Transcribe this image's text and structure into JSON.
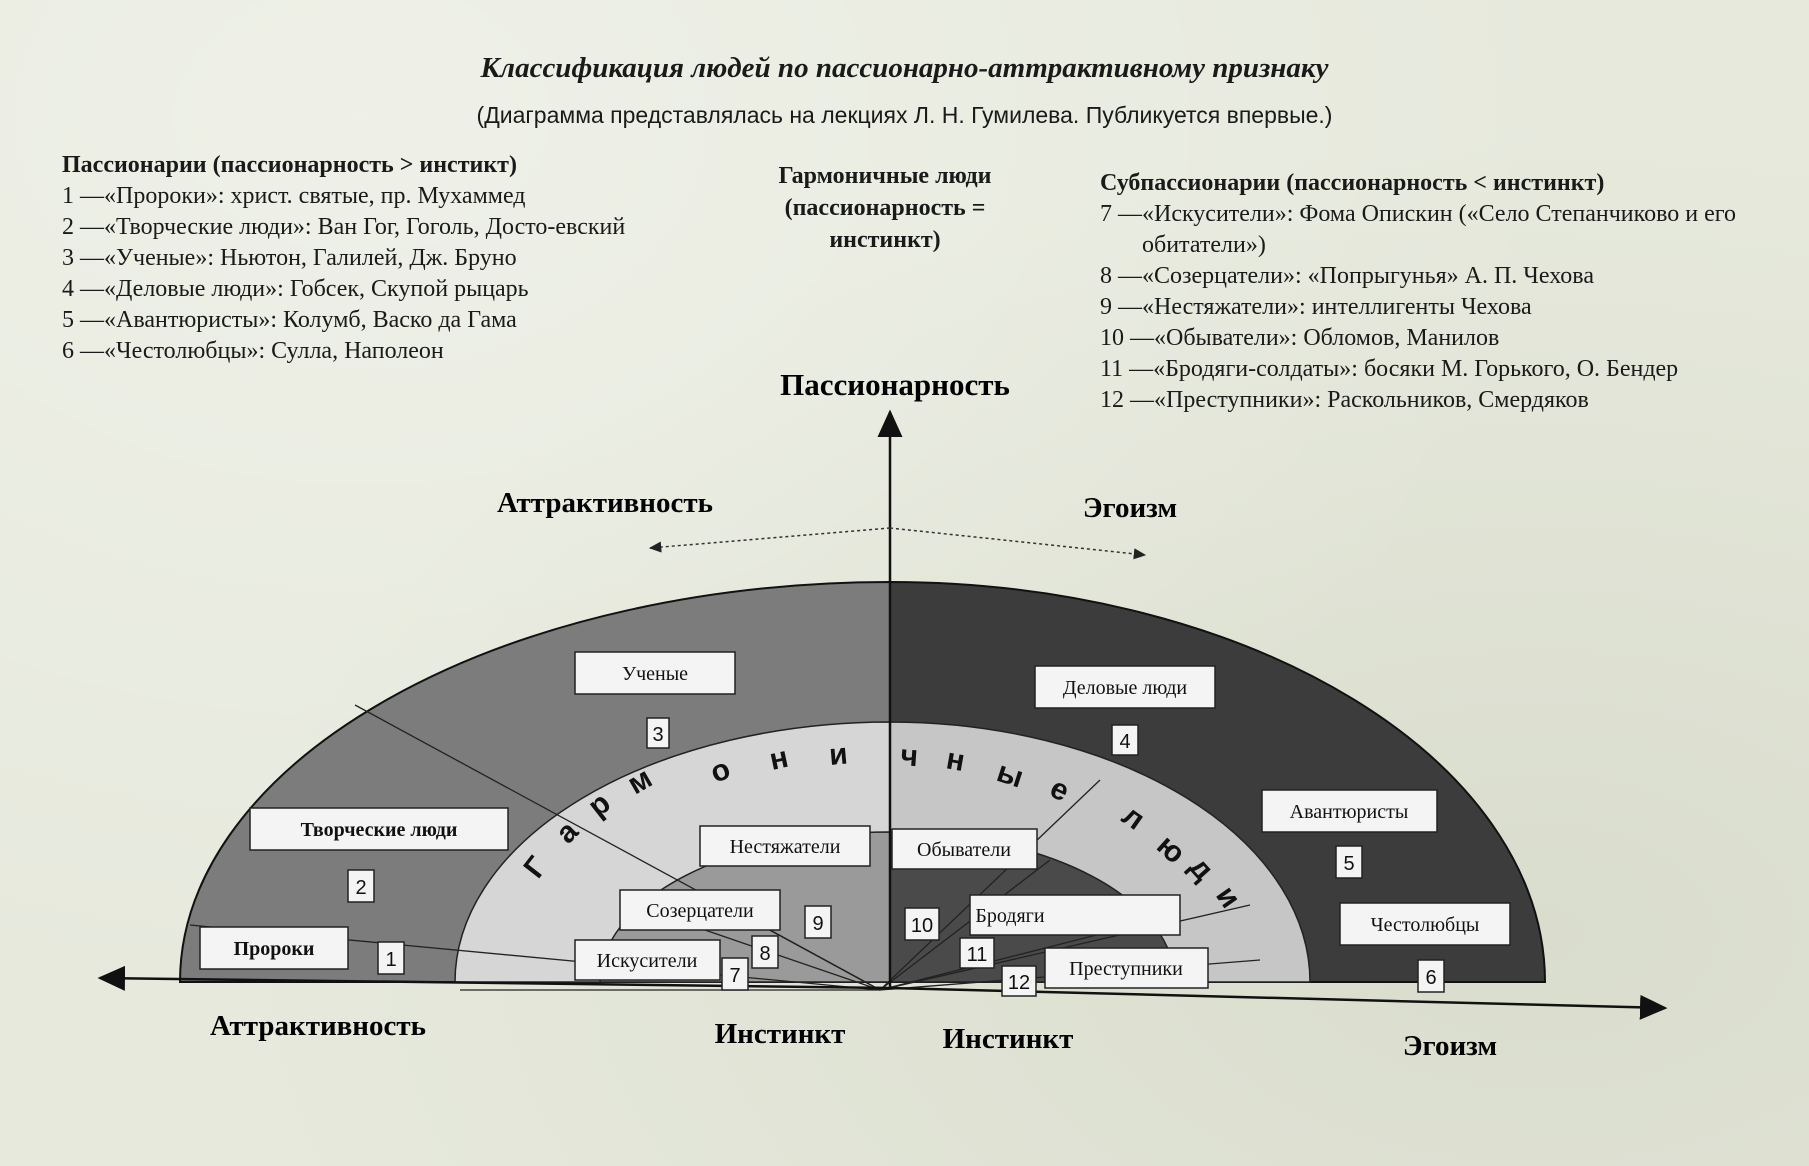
{
  "title": "Классификация людей по пассионарно-аттрактивному признаку",
  "subtitle": "(Диаграмма представлялась на лекциях Л. Н. Гумилева. Публикуется впервые.)",
  "left_column": {
    "heading": "Пассионарии (пассионарность > инстикт)",
    "items": [
      {
        "num": "1 — ",
        "text": "«Пророки»: христ. святые, пр. Мухаммед"
      },
      {
        "num": "2 — ",
        "text": "«Творческие люди»: Ван Гог, Гоголь, Досто-евский"
      },
      {
        "num": "3 — ",
        "text": "«Ученые»: Ньютон, Галилей, Дж. Бруно"
      },
      {
        "num": "4 — ",
        "text": "«Деловые люди»: Гобсек, Скупой рыцарь"
      },
      {
        "num": "5 — ",
        "text": "«Авантюристы»: Колумб, Васко да Гама"
      },
      {
        "num": "6 — ",
        "text": "«Честолюбцы»: Сулла, Наполеон"
      }
    ]
  },
  "middle_column": {
    "heading": "Гармоничные люди (пассионарность = инстинкт)"
  },
  "right_column": {
    "heading": "Субпассионарии (пассионарность < инстинкт)",
    "items": [
      {
        "num": "7 — ",
        "text": "«Искусители»: Фома Опискин («Село Степанчиково и его обитатели»)"
      },
      {
        "num": "8 — ",
        "text": "«Созерцатели»: «Попрыгунья» А. П. Чехова"
      },
      {
        "num": "9 — ",
        "text": "«Нестяжатели»: интеллигенты Чехова"
      },
      {
        "num": "10 — ",
        "text": "«Обыватели»: Обломов, Манилов"
      },
      {
        "num": "11 — ",
        "text": "«Бродяги-солдаты»: босяки М. Горького, О. Бендер"
      },
      {
        "num": "12 — ",
        "text": "«Преступники»: Раскольников, Смердяков"
      }
    ]
  },
  "axes": {
    "vertical": "Пассионарность",
    "upper_left": "Аттрактивность",
    "upper_right": "Эгоизм",
    "bottom_left": "Аттрактивность",
    "bottom_center_left": "Инстинкт",
    "bottom_center_right": "Инстинкт",
    "bottom_right": "Эгоизм"
  },
  "arc_text": "Гармоничные люди",
  "arc_letters": [
    "Г",
    "а",
    "р",
    "м",
    "о",
    "н",
    "и",
    "ч",
    "н",
    "ы",
    "е",
    "л",
    "ю",
    "д",
    "и"
  ],
  "segments": {
    "s1": {
      "label": "Пророки",
      "num": "1"
    },
    "s2": {
      "label": "Творческие люди",
      "num": "2"
    },
    "s3": {
      "label": "Ученые",
      "num": "3"
    },
    "s4": {
      "label": "Деловые люди",
      "num": "4"
    },
    "s5": {
      "label": "Авантюристы",
      "num": "5"
    },
    "s6": {
      "label": "Честолюбцы",
      "num": "6"
    },
    "s7": {
      "label": "Искусители",
      "num": "7"
    },
    "s8": {
      "label": "",
      "num": "8"
    },
    "s9": {
      "label": "Нестяжатели",
      "num": "9"
    },
    "s8b": {
      "label": "Созерцатели",
      "num": ""
    },
    "s10": {
      "label": "Обыватели",
      "num": "10"
    },
    "s11": {
      "label": "Бродяги",
      "num": "11"
    },
    "s12": {
      "label": "Преступники",
      "num": "12"
    }
  },
  "colors": {
    "outer_left": "#7c7c7c",
    "outer_right": "#3c3c3c",
    "middle_left": "#d6d6d6",
    "middle_right": "#c6c6c6",
    "inner_left": "#9a9a9a",
    "inner_right": "#4a4a4a",
    "box_fill": "#f4f4f4",
    "page": "#e6e9dc"
  }
}
